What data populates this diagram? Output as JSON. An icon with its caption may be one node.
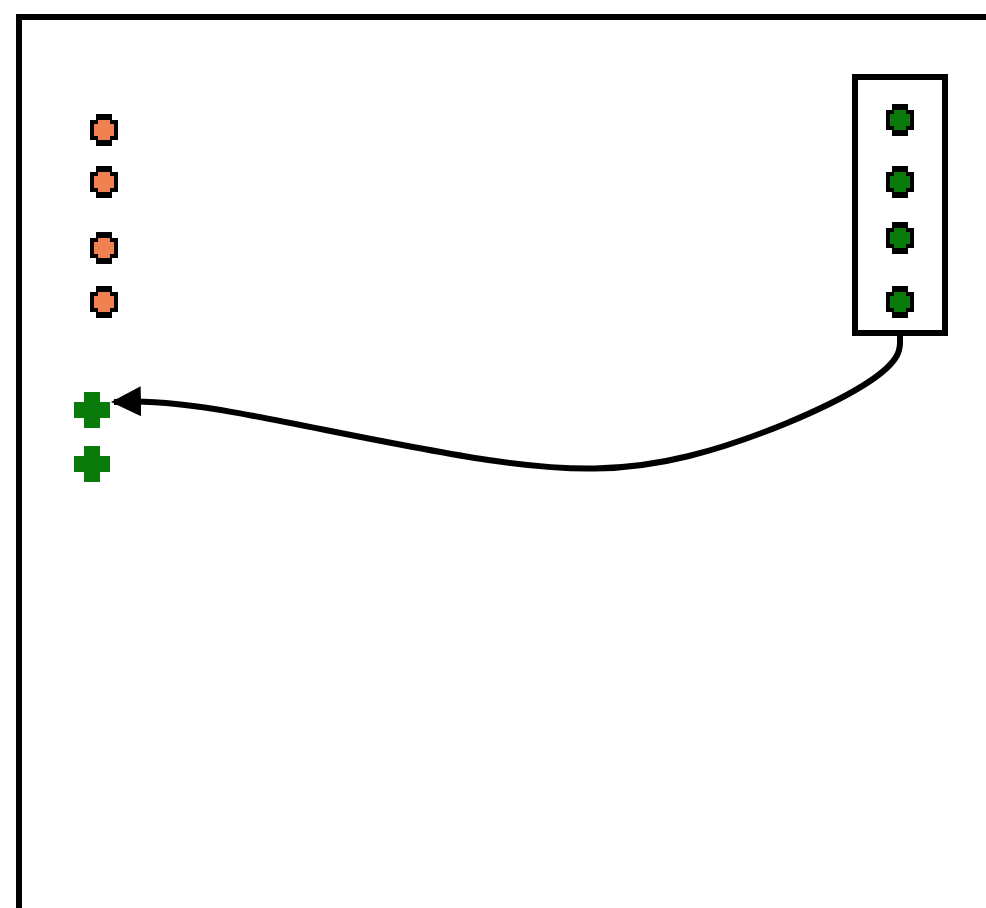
{
  "diagram": {
    "nodes": [
      {
        "text": [],
        "shape": "box"
      },
      {
        "text": [],
        "shape": "cross"
      },
      {
        "text": [],
        "shape": "cross"
      }
    ],
    "edges": [
      {
        "from": 0,
        "to": 1,
        "arrow": "to"
      }
    ]
  }
}
